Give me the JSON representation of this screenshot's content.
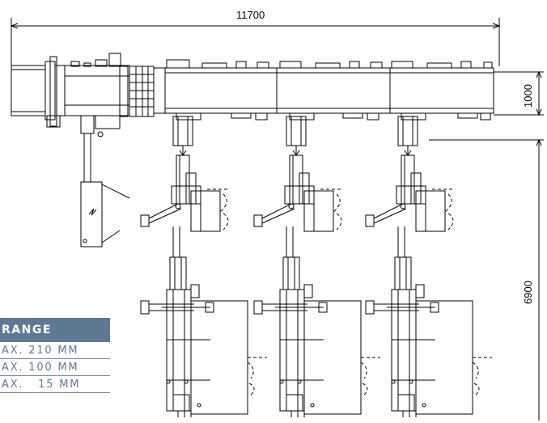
{
  "dimensions": {
    "overall_width": "11700",
    "conveyor_height": "1000",
    "overall_depth": "6900"
  },
  "range_table": {
    "header": "RANGE",
    "rows": [
      {
        "text": "AX. 210 MM"
      },
      {
        "text": "AX. 100 MM"
      },
      {
        "text": "AX.   15 MM"
      }
    ]
  },
  "colors": {
    "line": "#000000",
    "panel_header": "#5f7894",
    "panel_text": "#5f7894"
  }
}
